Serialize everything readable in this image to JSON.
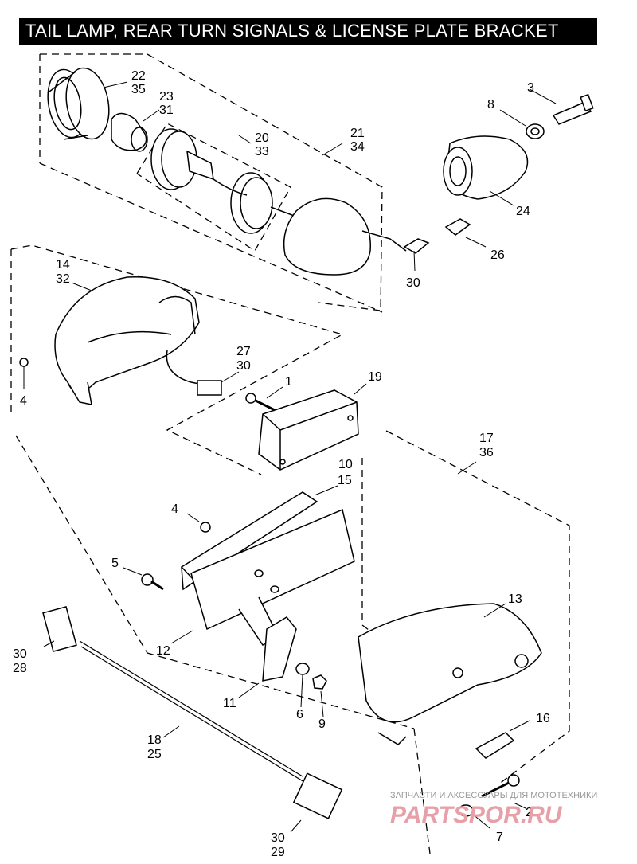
{
  "title": "TAIL LAMP, REAR TURN SIGNALS & LICENSE PLATE BRACKET",
  "callouts": [
    {
      "id": "c22-35",
      "lines": [
        "22",
        "35"
      ]
    },
    {
      "id": "c23-31",
      "lines": [
        "23",
        "31"
      ]
    },
    {
      "id": "c20-33",
      "lines": [
        "20",
        "33"
      ]
    },
    {
      "id": "c21-34",
      "lines": [
        "21",
        "34"
      ]
    },
    {
      "id": "c3",
      "lines": [
        "3"
      ]
    },
    {
      "id": "c8",
      "lines": [
        "8"
      ]
    },
    {
      "id": "c24",
      "lines": [
        "24"
      ]
    },
    {
      "id": "c26",
      "lines": [
        "26"
      ]
    },
    {
      "id": "c30a",
      "lines": [
        "30"
      ]
    },
    {
      "id": "c14-32",
      "lines": [
        "14",
        "32"
      ]
    },
    {
      "id": "c27-30",
      "lines": [
        "27",
        "30"
      ]
    },
    {
      "id": "c4a",
      "lines": [
        "4"
      ]
    },
    {
      "id": "c1",
      "lines": [
        "1"
      ]
    },
    {
      "id": "c19",
      "lines": [
        "19"
      ]
    },
    {
      "id": "c17-36",
      "lines": [
        "17",
        "36"
      ]
    },
    {
      "id": "c10",
      "lines": [
        "10"
      ]
    },
    {
      "id": "c15",
      "lines": [
        "15"
      ]
    },
    {
      "id": "c4b",
      "lines": [
        "4"
      ]
    },
    {
      "id": "c5",
      "lines": [
        "5"
      ]
    },
    {
      "id": "c13",
      "lines": [
        "13"
      ]
    },
    {
      "id": "c30-28",
      "lines": [
        "30",
        "28"
      ]
    },
    {
      "id": "c12",
      "lines": [
        "12"
      ]
    },
    {
      "id": "c11",
      "lines": [
        "11"
      ]
    },
    {
      "id": "c6",
      "lines": [
        "6"
      ]
    },
    {
      "id": "c9",
      "lines": [
        "9"
      ]
    },
    {
      "id": "c16",
      "lines": [
        "16"
      ]
    },
    {
      "id": "c18-25",
      "lines": [
        "18",
        "25"
      ]
    },
    {
      "id": "c2",
      "lines": [
        "2"
      ]
    },
    {
      "id": "c7",
      "lines": [
        "7"
      ]
    },
    {
      "id": "c30-29",
      "lines": [
        "30",
        "29"
      ]
    }
  ],
  "watermark": {
    "tagline": "ЗАПЧАСТИ И АКСЕССУАРЫ ДЛЯ МОТОТЕХНИКИ",
    "brand": "PARTSPOR.RU"
  }
}
